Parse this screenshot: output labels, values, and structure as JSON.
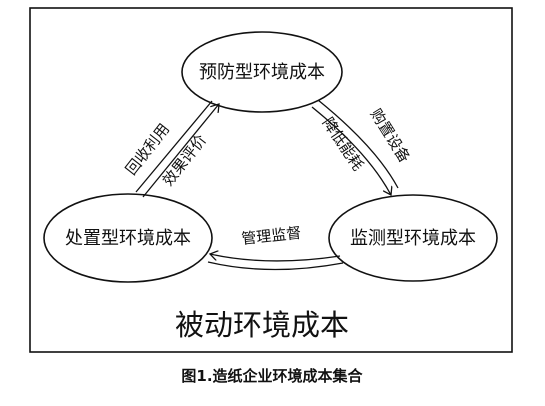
{
  "diagram": {
    "nodes": {
      "top": "预防型环境成本",
      "left": "处置型环境成本",
      "right": "监测型环境成本"
    },
    "edges": {
      "left_to_top_outer": "回收利用",
      "left_to_top_inner": "效果评价",
      "top_to_right_outer": "购置设备",
      "top_to_right_inner": "降低能耗",
      "right_to_left": "管理监督"
    },
    "footer": "被动环境成本"
  },
  "caption": "图1.造纸企业环境成本集合"
}
